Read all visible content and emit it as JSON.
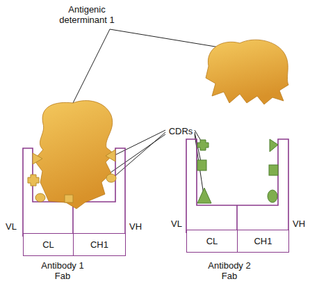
{
  "diagram": {
    "nodes": [
      {
        "text": [
          "CL"
        ]
      },
      {
        "text": [
          "CH1"
        ]
      },
      {
        "text": [
          "CL"
        ]
      },
      {
        "text": [
          "CH1"
        ]
      }
    ],
    "labels": [
      "Antigenic determinant 1",
      "CDRs",
      "VL",
      "VH",
      "VL",
      "VH",
      "Antibody 1 Fab",
      "Antibody 2 Fab"
    ]
  }
}
